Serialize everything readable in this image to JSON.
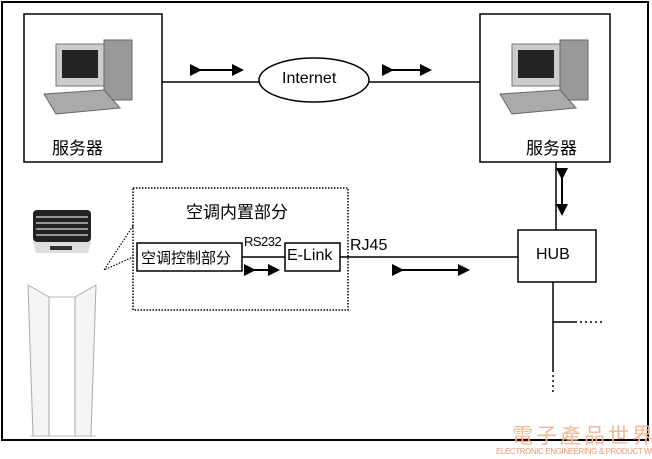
{
  "servers": [
    {
      "label": "服务器"
    },
    {
      "label": "服务器"
    }
  ],
  "internet": "Internet",
  "ac_builtin_title": "空调内置部分",
  "ac_control": "空调控制部分",
  "rs232": "RS232",
  "elink": "E-Link",
  "rj45": "RJ45",
  "hub": "HUB",
  "watermark": {
    "cn": "電子產品世界",
    "en": "ELECTRONIC ENGINEERING & PRODUCT WORLD",
    "color": "#f3b89a"
  }
}
